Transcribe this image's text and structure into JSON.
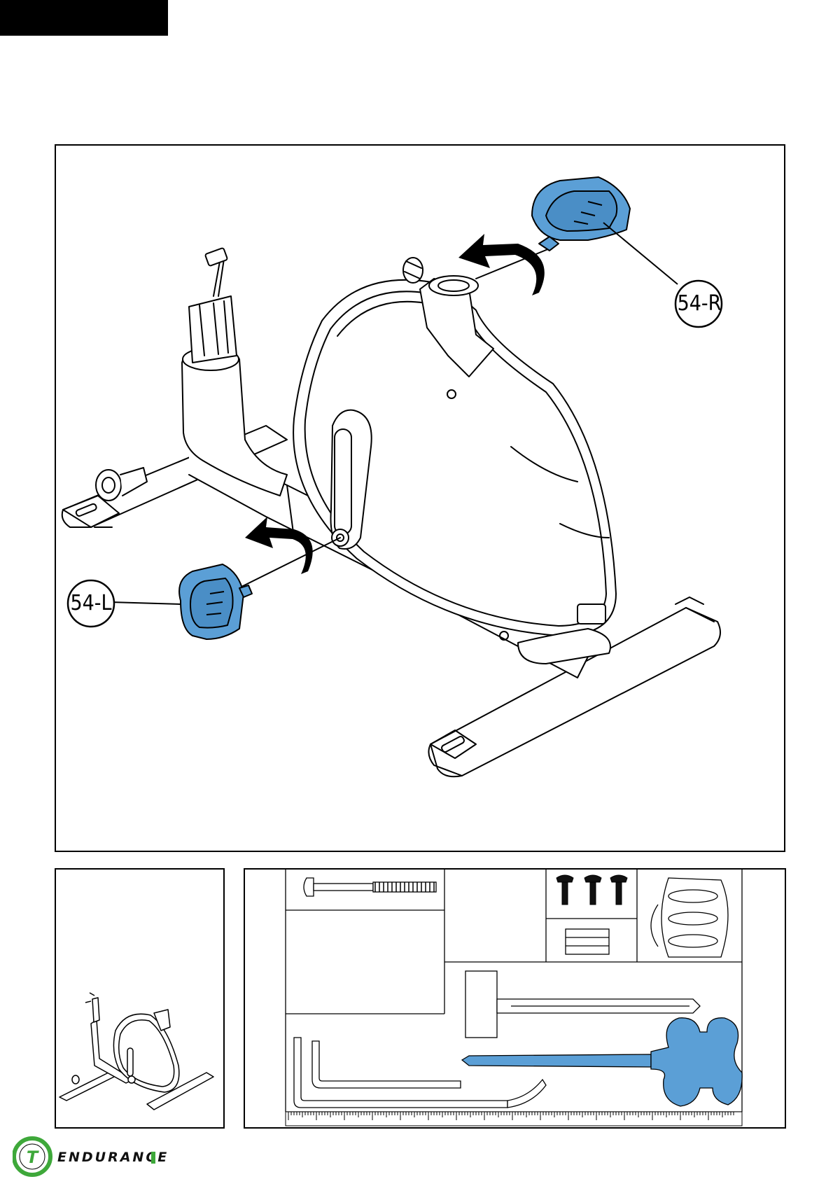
{
  "callouts": {
    "right_pedal": "54-R",
    "left_pedal": "54-L"
  },
  "brand": {
    "logo_letter": "T",
    "name": "ENDURANCE"
  },
  "colors": {
    "part_highlight": "#5b9fd6",
    "brand_green": "#3ea83a",
    "line": "#000000"
  },
  "icons": {
    "pedal_right": "pedal-icon",
    "pedal_left": "pedal-icon",
    "rotate_arrow": "rotate-arrow-icon",
    "bolt": "bolt-icon",
    "screws": "screw-icon",
    "knob": "knob-icon",
    "wrench": "wrench-icon",
    "allen_key": "allen-key-icon",
    "screwdriver": "screwdriver-icon"
  }
}
